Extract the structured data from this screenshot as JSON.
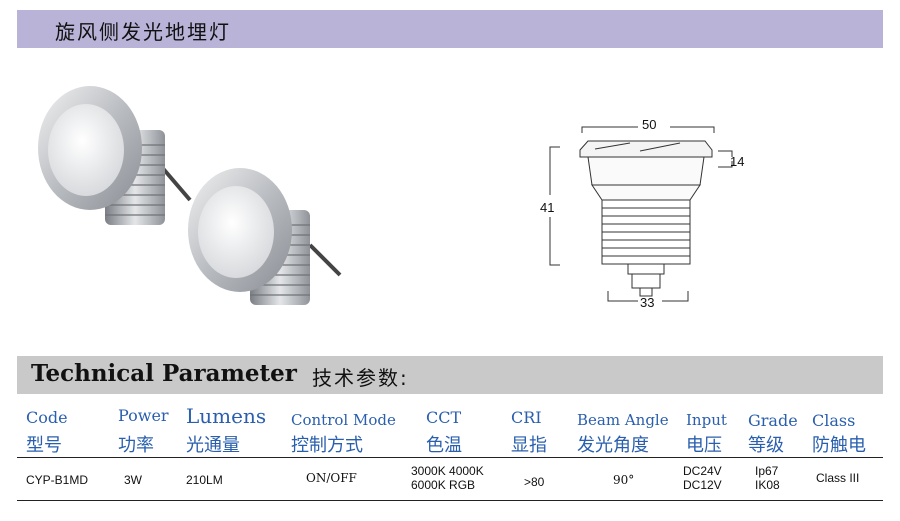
{
  "header": {
    "title": "旋风侧发光地埋灯"
  },
  "dimensions": {
    "width_top": "50",
    "height_top": "14",
    "height_total": "41",
    "width_bottom": "33"
  },
  "section": {
    "title_en": "Technical Parameter",
    "title_cn": "技术参数:"
  },
  "table": {
    "headers": [
      {
        "en": "Code",
        "cn": "型号"
      },
      {
        "en": "Power",
        "cn": "功率"
      },
      {
        "en": "Lumens",
        "cn": "光通量"
      },
      {
        "en": "Control Mode",
        "cn": "控制方式"
      },
      {
        "en": "CCT",
        "cn": "色温"
      },
      {
        "en": "CRI",
        "cn": "显指"
      },
      {
        "en": "Beam Angle",
        "cn": "发光角度"
      },
      {
        "en": "Input",
        "cn": "电压"
      },
      {
        "en": "Grade",
        "cn": "等级"
      },
      {
        "en": "Class",
        "cn": "防触电"
      }
    ],
    "row": {
      "code": "CYP-B1MD",
      "power": "3W",
      "lumens": "210LM",
      "control": "ON/OFF",
      "cct_line1": "3000K 4000K",
      "cct_line2": "6000K  RGB",
      "cri": ">80",
      "beam": "90°",
      "input_line1": "DC24V",
      "input_line2": "DC12V",
      "grade_line1": "Ip67",
      "grade_line2": "IK08",
      "class": "Class III"
    }
  }
}
